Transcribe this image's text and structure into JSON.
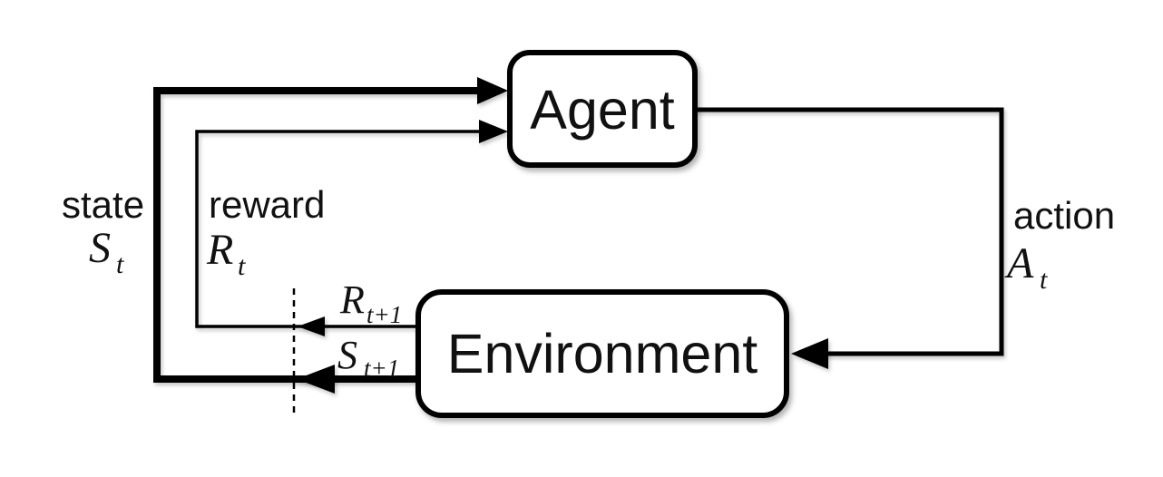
{
  "nodes": {
    "agent": {
      "label": "Agent"
    },
    "environment": {
      "label": "Environment"
    }
  },
  "signals": {
    "state": {
      "word": "state",
      "base": "S",
      "sub": "t"
    },
    "reward": {
      "word": "reward",
      "base": "R",
      "sub": "t"
    },
    "action": {
      "word": "action",
      "base": "A",
      "sub": "t"
    },
    "next_reward": {
      "base": "R",
      "sub": "t+1"
    },
    "next_state": {
      "base": "S",
      "sub": "t+1"
    }
  },
  "colors": {
    "line": "#000000",
    "background": "#ffffff",
    "box_fill": "#ffffff"
  }
}
